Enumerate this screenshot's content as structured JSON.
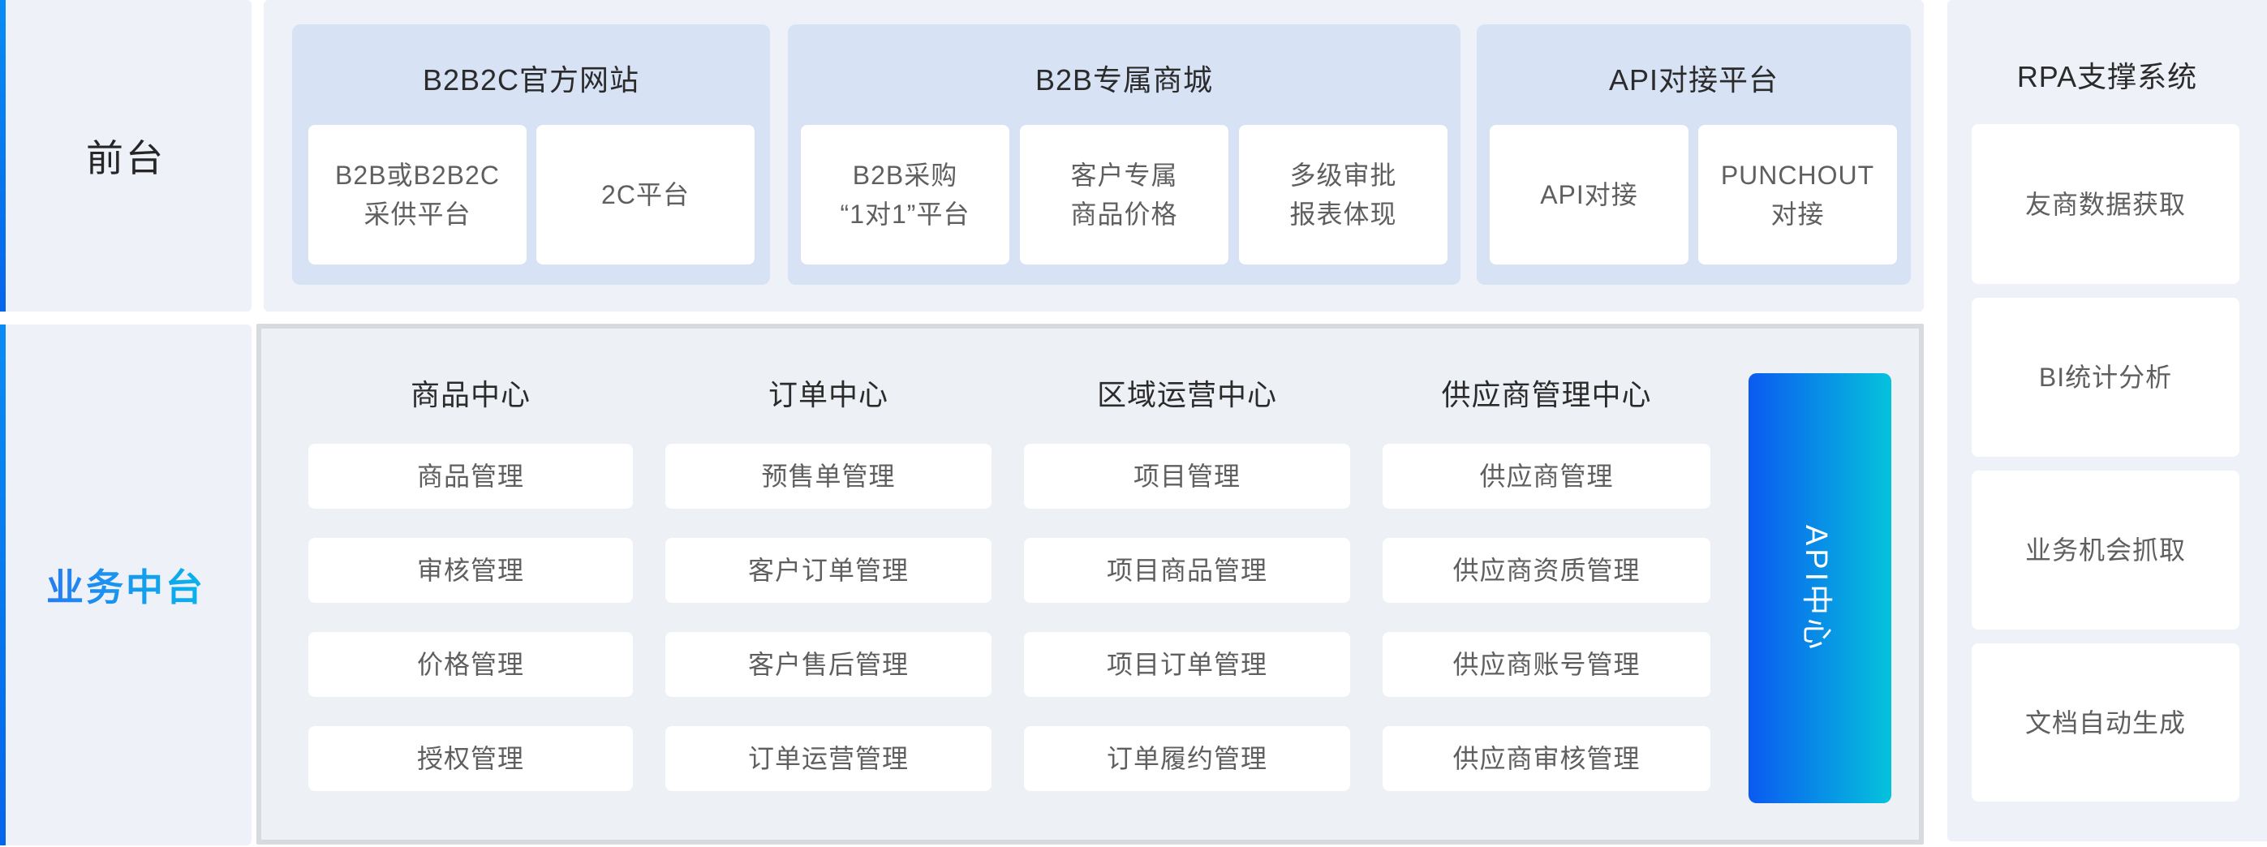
{
  "layout_labels": {
    "front_office": "前台",
    "business_middle": "业务中台"
  },
  "front_row": {
    "groups": [
      {
        "title": "B2B2C官方网站",
        "cards": [
          "B2B或B2B2C\n采供平台",
          "2C平台"
        ]
      },
      {
        "title": "B2B专属商城",
        "cards": [
          "B2B采购\n“1对1”平台",
          "客户专属\n商品价格",
          "多级审批\n报表体现"
        ]
      },
      {
        "title": "API对接平台",
        "cards": [
          "API对接",
          "PUNCHOUT\n对接"
        ]
      }
    ]
  },
  "middle_platform": {
    "columns": [
      {
        "title": "商品中心",
        "items": [
          "商品管理",
          "审核管理",
          "价格管理",
          "授权管理"
        ]
      },
      {
        "title": "订单中心",
        "items": [
          "预售单管理",
          "客户订单管理",
          "客户售后管理",
          "订单运营管理"
        ]
      },
      {
        "title": "区域运营中心",
        "items": [
          "项目管理",
          "项目商品管理",
          "项目订单管理",
          "订单履约管理"
        ]
      },
      {
        "title": "供应商管理中心",
        "items": [
          "供应商管理",
          "供应商资质管理",
          "供应商账号管理",
          "供应商审核管理"
        ]
      }
    ],
    "api_center_label": "API中心"
  },
  "rpa_column": {
    "title": "RPA支撑系统",
    "cards": [
      "友商数据获取",
      "BI统计分析",
      "业务机会抓取",
      "文档自动生成"
    ]
  },
  "colors": {
    "accent_bar_top": "#0a8cf4",
    "accent_bar_bottom": "#0566ea",
    "panel_bg": "#eef1f7",
    "group_bg": "#d7e2f5",
    "middle_bg": "#edf0f5",
    "middle_border": "#d7dade",
    "api_gradient_start": "#0b5af0",
    "api_gradient_end": "#05c3dc",
    "business_middle_text_start": "#2e6cf5",
    "business_middle_text_end": "#00c4e8",
    "title_text": "#2b2b2b",
    "card_text": "#5f5f5f"
  }
}
